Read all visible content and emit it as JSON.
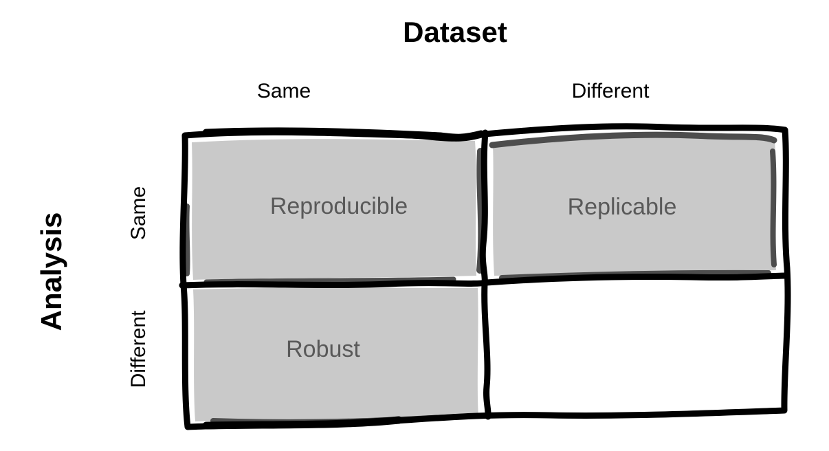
{
  "diagram": {
    "column_axis": {
      "title": "Dataset",
      "labels": [
        "Same",
        "Different"
      ]
    },
    "row_axis": {
      "title": "Analysis",
      "labels": [
        "Same",
        "Different"
      ]
    },
    "cells": [
      {
        "analysis": "Same",
        "dataset": "Same",
        "label": "Reproducible",
        "filled": true
      },
      {
        "analysis": "Same",
        "dataset": "Different",
        "label": "Replicable",
        "filled": true
      },
      {
        "analysis": "Different",
        "dataset": "Same",
        "label": "Robust",
        "filled": true
      },
      {
        "analysis": "Different",
        "dataset": "Different",
        "label": "",
        "filled": false
      }
    ]
  },
  "colors": {
    "background": "#ffffff",
    "cell_fill": "#c9c9c9",
    "cell_text": "#595959",
    "border": "#000000",
    "shadow": "#4d4d4d",
    "axis_text": "#000000"
  }
}
